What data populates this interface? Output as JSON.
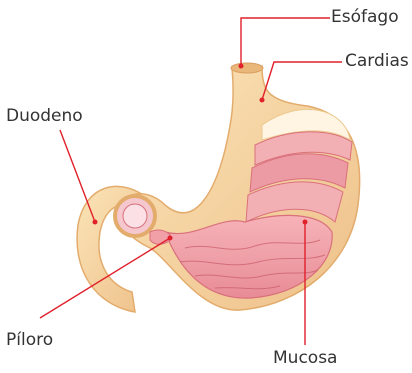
{
  "labels": {
    "esofago": "Esófago",
    "cardias": "Cardias",
    "duodeno": "Duodeno",
    "piloro": "Píloro",
    "mucosa": "Mucosa"
  },
  "colors": {
    "leader_line": "#e0202a",
    "outer_wall": "#f7d6a0",
    "outer_wall_dark": "#e9b77a",
    "mucosa": "#f2a0a8",
    "mucosa_dark": "#d9707c",
    "muscle_band": "#e98e9a"
  }
}
